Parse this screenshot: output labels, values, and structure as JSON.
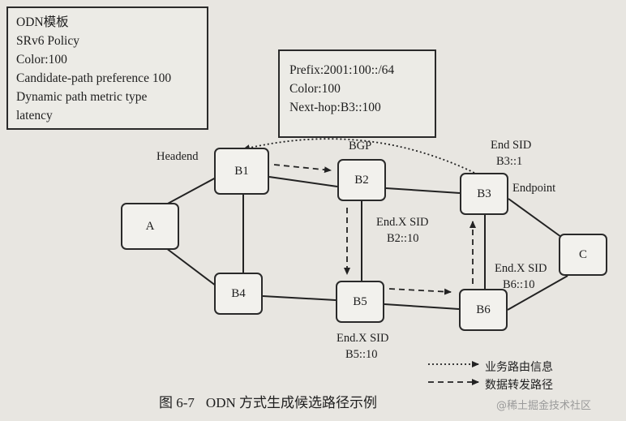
{
  "odn_box": {
    "lines": [
      "ODN模板",
      "SRv6 Policy",
      "Color:100",
      "Candidate-path preference 100",
      "Dynamic path metric type",
      "latency"
    ]
  },
  "prefix_box": {
    "lines": [
      "Prefix:2001:100::/64",
      "Color:100",
      "Next-hop:B3::100"
    ]
  },
  "nodes": {
    "a": "A",
    "b1": "B1",
    "b2": "B2",
    "b3": "B3",
    "b4": "B4",
    "b5": "B5",
    "b6": "B6",
    "c": "C"
  },
  "labels": {
    "headend": "Headend",
    "bgp": "BGP",
    "end_sid": "End SID",
    "b3_sid": "B3::1",
    "endpoint": "Endpoint",
    "b2_endx": "End.X SID",
    "b2_sid": "B2::10",
    "b6_endx": "End.X SID",
    "b6_sid": "B6::10",
    "b5_endx": "End.X SID",
    "b5_sid": "B5::10"
  },
  "legend": {
    "service_route": "业务路由信息",
    "data_forwarding": "数据转发路径"
  },
  "caption": {
    "figure_no": "图 6-7",
    "title": "ODN 方式生成候选路径示例"
  },
  "watermark": "@稀土掘金技术社区"
}
